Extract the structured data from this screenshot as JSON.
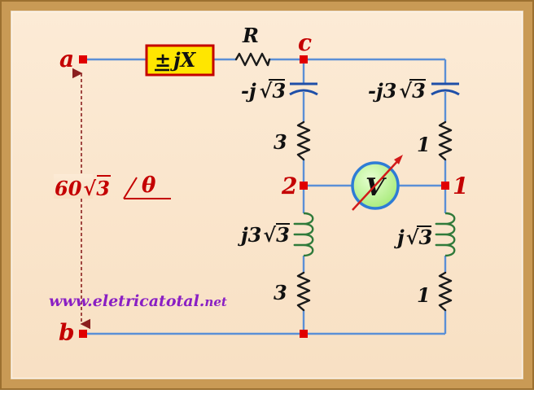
{
  "colors": {
    "frame": "#c99a55",
    "background": "#fbe7cf",
    "wire": "#5b8fd6",
    "node_marker": "#e00000",
    "node_label": "#c40000",
    "source_box_fill": "#ffe600",
    "source_box_border": "#c40000",
    "voltmeter_fill": "#b9f28f",
    "voltmeter_ring": "#2e7cd6",
    "watermark": "#8a1fc4"
  },
  "nodes": {
    "a": "a",
    "b": "b",
    "c": "c",
    "n1": "1",
    "n2": "2"
  },
  "source_box": {
    "sign": "±",
    "label": "jX"
  },
  "resistor_R": "R",
  "left_branch": {
    "cap_prefix": "-j",
    "cap_root": "3",
    "res_top": "3",
    "ind_prefix": "j3",
    "ind_root": "3",
    "res_bottom": "3"
  },
  "right_branch": {
    "cap_prefix": "-j3",
    "cap_root": "3",
    "res_top": "1",
    "ind_prefix": "j",
    "ind_root": "3",
    "res_bottom": "1"
  },
  "voltmeter": {
    "label": "V",
    "icon": "voltmeter-icon"
  },
  "source_voltage": {
    "magnitude": "60",
    "root": "3",
    "angle": "θ"
  },
  "watermark": {
    "main": "www.eletricatotal.",
    "suffix": "net"
  }
}
